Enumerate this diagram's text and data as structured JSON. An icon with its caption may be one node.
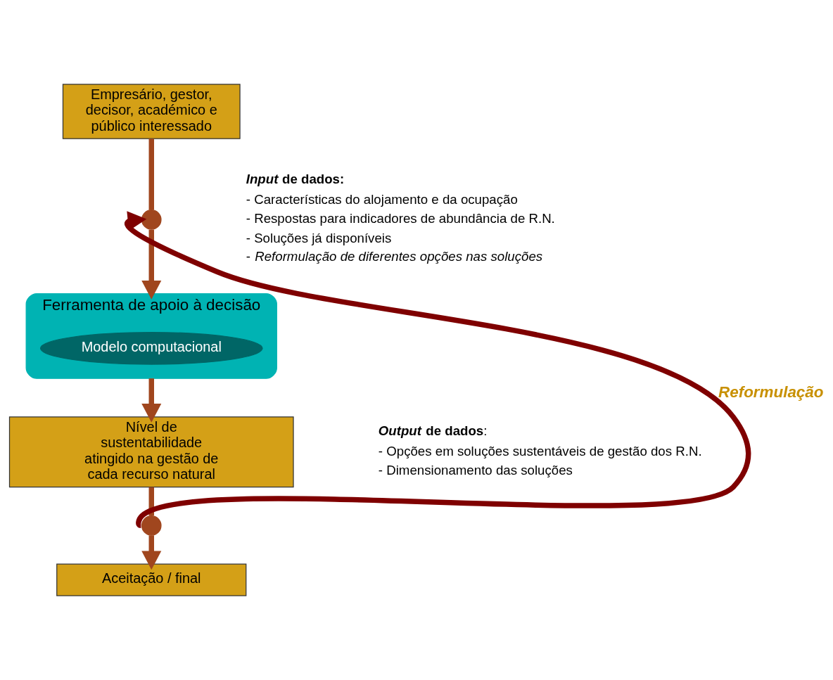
{
  "diagram": {
    "nodes": [
      {
        "text": [
          "Empresário, gestor, decisor, académico e público interessado"
        ]
      },
      {
        "text": [],
        "shape": "circle"
      },
      {
        "text": [
          "Ferramenta de apoio à decisão"
        ]
      },
      {
        "text": [
          "Modelo computacional"
        ],
        "in": 2
      },
      {
        "text": [
          "Nível de sustentabilidade atingido na gestão de cada recurso natural"
        ]
      },
      {
        "text": [],
        "shape": "circle"
      },
      {
        "text": [
          "Aceitação / final"
        ]
      }
    ],
    "edges": [
      {
        "from": 0,
        "to": 1,
        "arrow": "none"
      },
      {
        "from": 1,
        "to": 2,
        "arrow": "to"
      },
      {
        "from": 2,
        "to": 4,
        "arrow": "to"
      },
      {
        "from": 4,
        "to": 5,
        "arrow": "none"
      },
      {
        "from": 5,
        "to": 6,
        "arrow": "to"
      },
      {
        "from": 5,
        "to": 1,
        "arrow": "to",
        "label": "Reformulação",
        "color": "#7f0000"
      }
    ],
    "labels": [
      "***Input* de dados:**",
      "- Características do alojamento e da ocupação",
      "- Respostas para indicadores de abundância de R.N.",
      "- Soluções já disponíveis",
      "- *Reformulação de diferentes opções nas soluções*",
      "***Output* de dados**:",
      "- Opções em soluções sustentáveis de gestão dos R.N.",
      "- Dimensionamento das soluções"
    ]
  }
}
